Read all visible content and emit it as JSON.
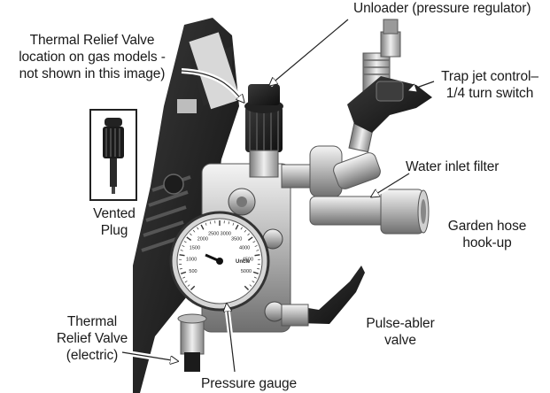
{
  "diagram": {
    "labels": {
      "unloader": "Unloader (pressure regulator)",
      "thermal_relief_gas": "Thermal Relief Valve\nlocation on gas models -\nnot shown in this image)",
      "trap_jet": "Trap jet control–\n1/4 turn switch",
      "water_inlet_filter": "Water inlet filter",
      "vented_plug": "Vented\nPlug",
      "garden_hose": "Garden hose\nhook-up",
      "thermal_relief_electric": "Thermal\nRelief Valve\n(electric)",
      "pulse_abler": "Pulse-abler\nvalve",
      "pressure_gauge": "Pressure gauge"
    },
    "gauge": {
      "brand": "Uncle",
      "ticks": [
        "500",
        "1000",
        "1500",
        "2000",
        "2500",
        "3000",
        "3500",
        "4000",
        "4500",
        "5000"
      ]
    }
  }
}
